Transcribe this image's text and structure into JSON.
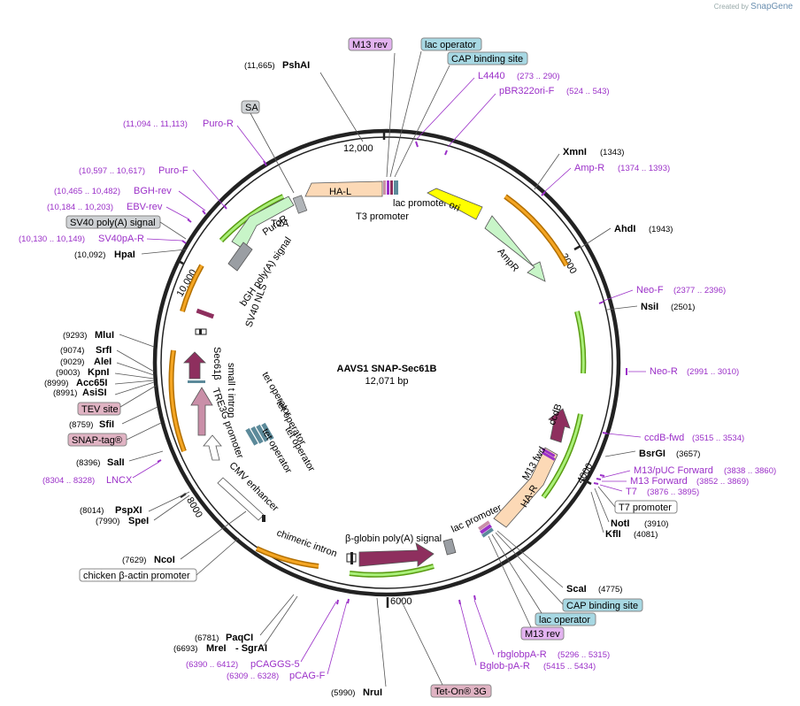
{
  "credit": {
    "prefix": "Created by",
    "brand": "SnapGene"
  },
  "plasmid": {
    "name": "AAVS1 SNAP-Sec61B",
    "size": "12,071 bp"
  },
  "ticks": [
    "12,000",
    "2000",
    "4000",
    "6000",
    "8000",
    "10,000"
  ],
  "sites": {
    "pshai": {
      "pos": "(11,665)",
      "name": "PshAI"
    },
    "xmni": {
      "pos": "(1343)",
      "name": "XmnI"
    },
    "ahdi": {
      "pos": "(1943)",
      "name": "AhdI"
    },
    "nsii": {
      "pos": "(2501)",
      "name": "NsiI"
    },
    "bsrgi": {
      "pos": "(3657)",
      "name": "BsrGI"
    },
    "noti": {
      "pos": "(3910)",
      "name": "NotI"
    },
    "kfli": {
      "pos": "(4081)",
      "name": "KflI"
    },
    "scai": {
      "pos": "(4775)",
      "name": "ScaI"
    },
    "nrui": {
      "pos": "(5990)",
      "name": "NruI"
    },
    "paqci": {
      "pos": "(6781)",
      "name": "PaqCI"
    },
    "mrei": {
      "pos": "(6693)",
      "name": "MreI",
      "extra": "- SgrAI"
    },
    "ncoi": {
      "pos": "(7629)",
      "name": "NcoI"
    },
    "spei": {
      "pos": "(7990)",
      "name": "SpeI"
    },
    "pspxi": {
      "pos": "(8014)",
      "name": "PspXI"
    },
    "sali": {
      "pos": "(8396)",
      "name": "SalI"
    },
    "sfii": {
      "pos": "(8759)",
      "name": "SfiI"
    },
    "asisi": {
      "pos": "(8991)",
      "name": "AsiSI"
    },
    "acc65i": {
      "pos": "(8999)",
      "name": "Acc65I"
    },
    "kpni": {
      "pos": "(9003)",
      "name": "KpnI"
    },
    "alei": {
      "pos": "(9029)",
      "name": "AleI"
    },
    "srfi": {
      "pos": "(9074)",
      "name": "SrfI"
    },
    "mlui": {
      "pos": "(9293)",
      "name": "MluI"
    },
    "hpai": {
      "pos": "(10,092)",
      "name": "HpaI"
    }
  },
  "primers": {
    "l4440": {
      "name": "L4440",
      "pos": "(273 .. 290)"
    },
    "pbr322": {
      "name": "pBR322ori-F",
      "pos": "(524 .. 543)"
    },
    "ampr": {
      "name": "Amp-R",
      "pos": "(1374 .. 1393)"
    },
    "neof": {
      "name": "Neo-F",
      "pos": "(2377 .. 2396)"
    },
    "neor": {
      "name": "Neo-R",
      "pos": "(2991 .. 3010)"
    },
    "ccdbfwd": {
      "name": "ccdB-fwd",
      "pos": "(3515 .. 3534)"
    },
    "m13puc": {
      "name": "M13/pUC Forward",
      "pos": "(3838 .. 3860)"
    },
    "m13fwd": {
      "name": "M13 Forward",
      "pos": "(3852 .. 3869)"
    },
    "t7": {
      "name": "T7",
      "pos": "(3876 .. 3895)"
    },
    "rbglob": {
      "name": "rbglobpA-R",
      "pos": "(5296 .. 5315)"
    },
    "bglob": {
      "name": "Bglob-pA-R",
      "pos": "(5415 .. 5434)"
    },
    "pcaggs5": {
      "name": "pCAGGS-5",
      "pos": "(6390 .. 6412)"
    },
    "pcagf": {
      "name": "pCAG-F",
      "pos": "(6309 .. 6328)"
    },
    "lncx": {
      "name": "LNCX",
      "pos": "(8304 .. 8328)"
    },
    "sv40par": {
      "name": "SV40pA-R",
      "pos": "(10,130 .. 10,149)"
    },
    "ebvrev": {
      "name": "EBV-rev",
      "pos": "(10,184 .. 10,203)"
    },
    "bghrev": {
      "name": "BGH-rev",
      "pos": "(10,465 .. 10,482)"
    },
    "purof": {
      "name": "Puro-F",
      "pos": "(10,597 .. 10,617)"
    },
    "puror": {
      "name": "Puro-R",
      "pos": "(11,094 .. 11,113)"
    }
  },
  "boxes": {
    "m13rev_top": "M13 rev",
    "lacop_top": "lac operator",
    "cap_top": "CAP binding site",
    "sa": "SA",
    "sv40polya": "SV40 poly(A) signal",
    "tev": "TEV site",
    "snaptag": "SNAP-tag®",
    "chicken": "chicken β-actin promoter",
    "t7prom": "T7 promoter",
    "cap_bot": "CAP binding site",
    "lacop_bot": "lac operator",
    "m13rev_bot": "M13 rev",
    "teton": "Tet-On® 3G"
  },
  "features": {
    "hal": "HA-L",
    "puror": "PuroR",
    "t2a": "T2A",
    "lacprom_top": "lac promoter",
    "t3prom": "T3 promoter",
    "ori": "ori",
    "ampr": "AmpR",
    "bgh": "bGH poly(A) signal",
    "sv40nls": "SV40 NLS",
    "smallt": "small t intron",
    "sec61b": "Sec61β",
    "tre3g": "TRE3G promoter",
    "tetop1": "tet operator",
    "tetop2": "tet operator",
    "tetop3": "tet operator",
    "tetop4": "tet operator",
    "cmvenh": "CMV enhancer",
    "chimeric": "chimeric intron",
    "bglobin": "β-globin poly(A) signal",
    "lacprom_bot": "lac promoter",
    "har": "HA-R",
    "m13fwd": "M13 fwd",
    "ccdb": "ccdB"
  },
  "colors": {
    "backbone": "#222222",
    "orange": "#f5a623",
    "green": "#7ed321",
    "purple_primer": "#9b30c8",
    "maroon": "#8e2f5e",
    "peach": "#fcd9b6",
    "lightgreen": "#c8f5c8",
    "yellow": "#ffff00",
    "mauve": "#c98fa8",
    "gray": "#9a9ea3",
    "box_lavender": "#e3b3f0",
    "box_cyan": "#a7d8e3",
    "box_gray": "#cfd2d5",
    "box_pink": "#e0b3c3"
  }
}
